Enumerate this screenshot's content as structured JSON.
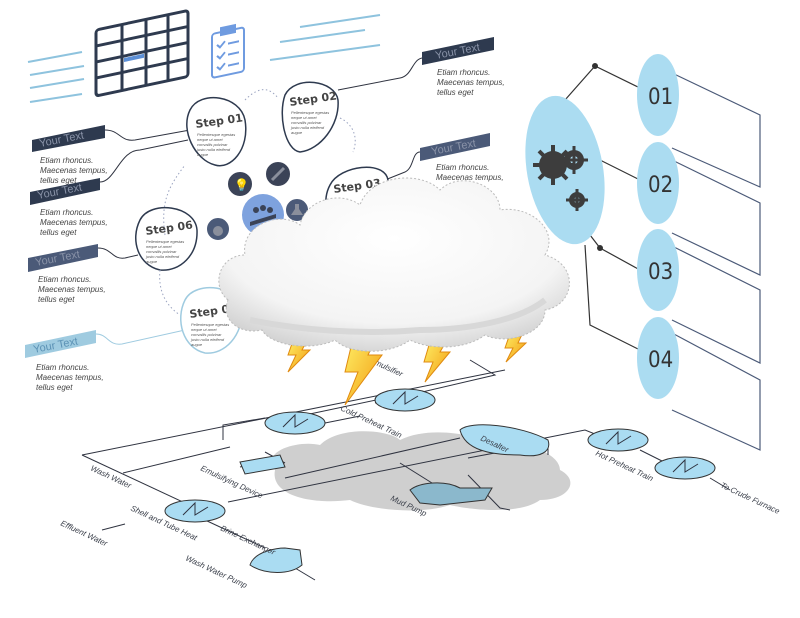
{
  "left_panel": {
    "callouts": [
      {
        "title": "Your Text",
        "lines": [
          "Etiam rhoncus.",
          "Maecenas tempus,",
          "tellus eget"
        ],
        "color": "#2e3a4f"
      },
      {
        "title": "Your Text",
        "lines": [
          "Etiam rhoncus.",
          "Maecenas tempus,",
          "tellus eget"
        ],
        "color": "#2e3a4f"
      },
      {
        "title": "Your Text",
        "lines": [
          "Etiam rhoncus.",
          "Maecenas tempus,",
          "tellus eget"
        ],
        "color": "#4b5a78"
      },
      {
        "title": "Your Text",
        "lines": [
          "Etiam rhoncus.",
          "Maecenas tempus,",
          "tellus eget"
        ],
        "color": "#9fcbe0"
      }
    ],
    "right_callouts": [
      {
        "title": "Your Text",
        "lines": [
          "Etiam rhoncus.",
          "Maecenas tempus,",
          "tellus eget"
        ],
        "color": "#2e3a4f"
      },
      {
        "title": "Your Text",
        "lines": [
          "Etiam rhoncus.",
          "Maecenas tempus,"
        ],
        "color": "#4b5a78"
      }
    ],
    "steps": [
      {
        "label": "Step 01",
        "text": [
          "Pellentesque egestas",
          "neque ut amet",
          "convallis pulvinar",
          "justo nulla eleifend",
          "augue"
        ]
      },
      {
        "label": "Step 02",
        "text": [
          "Pellentesque egestas",
          "neque ut amet",
          "convallis pulvinar",
          "justo nulla eleifend",
          "augue"
        ]
      },
      {
        "label": "Step 03",
        "text": []
      },
      {
        "label": "Step 06",
        "text": [
          "Pellentesque egestas",
          "neque ut amet",
          "convallis pulvinar",
          "justo nulla eleifend",
          "augue"
        ]
      },
      {
        "label": "Step 0",
        "text": [
          "Pellentesque egestas",
          "neque ut amet",
          "convallis pulvinar",
          "justo nulla eleifend",
          "augue"
        ]
      }
    ],
    "icons": [
      "lightbulb-icon",
      "pencil-icon",
      "flask-icon",
      "money-bag-icon",
      "team-growth-icon",
      "table-icon",
      "clipboard-checklist-icon"
    ]
  },
  "right_panel": {
    "icon": "gears-icon",
    "numbers": [
      "01",
      "02",
      "03",
      "04"
    ],
    "accent": "#abdcf1"
  },
  "process_flow": {
    "labels": {
      "wash_water": "Wash Water",
      "emulsifying": "Emulsifying Device",
      "cold_preheat": "Cold Preheat Train",
      "desalter": "Desalter",
      "mud_pump": "Mud Pump",
      "shell_tube": "Shell and Tube Heat",
      "brine": "Brine Exchanger",
      "effluent": "Effluent Water",
      "wash_pump": "Wash Water Pump",
      "hot_preheat": "Hot Preheat Train",
      "crude_furnace": "To Crude Furnace",
      "demulsifier": "Demulsifier"
    },
    "equipment_color": "#aadcf2"
  },
  "overlay": {
    "icon": "storm-cloud-lightning-icon"
  }
}
